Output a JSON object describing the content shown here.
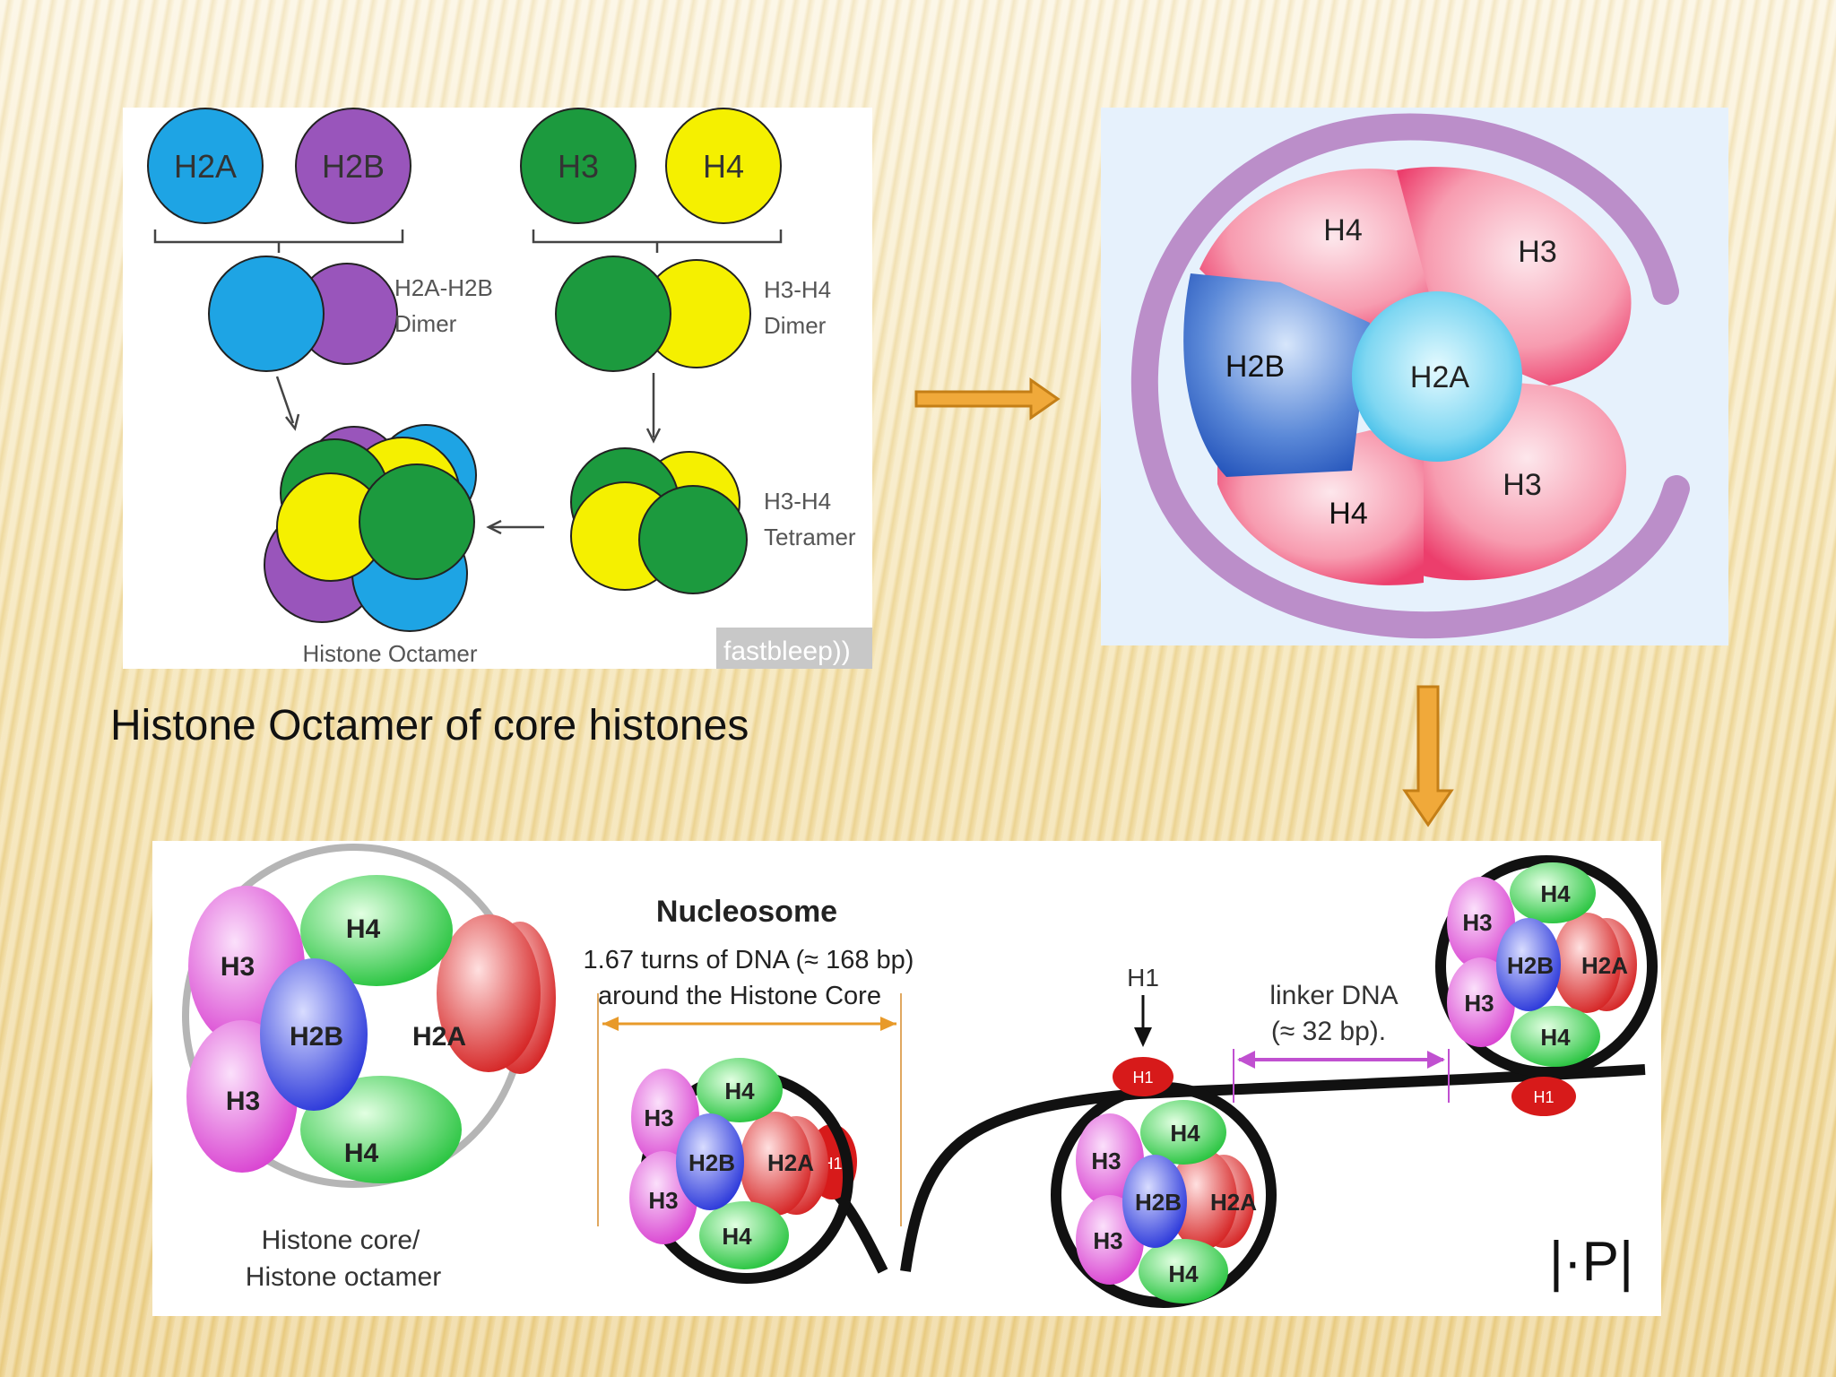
{
  "caption": "Histone Octamer of core histones",
  "panel_assembly": {
    "top_histones": [
      "H2A",
      "H2B",
      "H3",
      "H4"
    ],
    "dimer_left": "H2A-H2B",
    "dimer_left_sub": "Dimer",
    "dimer_right": "H3-H4",
    "dimer_right_sub": "Dimer",
    "tetramer": "H3-H4",
    "tetramer_sub": "Tetramer",
    "octamer_label": "Histone Octamer",
    "watermark": "fastbleep))"
  },
  "panel_octamer": {
    "labels": [
      "H4",
      "H3",
      "H2B",
      "H2A",
      "H3",
      "H4"
    ]
  },
  "panel_nucleosome": {
    "core_labels": [
      "H4",
      "H3",
      "H2B",
      "H2A",
      "H3",
      "H4"
    ],
    "core_caption_1": "Histone core/",
    "core_caption_2": "Histone octamer",
    "nucleosome_title": "Nucleosome",
    "turns_text": "1.67 turns of DNA (≈ 168 bp)",
    "around_text": "around the Histone Core",
    "h1_label": "H1",
    "linker_text": "linker DNA",
    "linker_bp": "(≈ 32 bp).",
    "small_labels": [
      "H4",
      "H3",
      "H2B",
      "H2A",
      "H3",
      "H4"
    ],
    "h1_small": "H1",
    "logo": "|·P|"
  },
  "colors": {
    "h2a_blue": "#1ea4e4",
    "h2b_purple": "#9955bb",
    "h3_green": "#1c9a3e",
    "h4_yellow": "#f5f000",
    "arrow_orange": "#e09a2a"
  }
}
